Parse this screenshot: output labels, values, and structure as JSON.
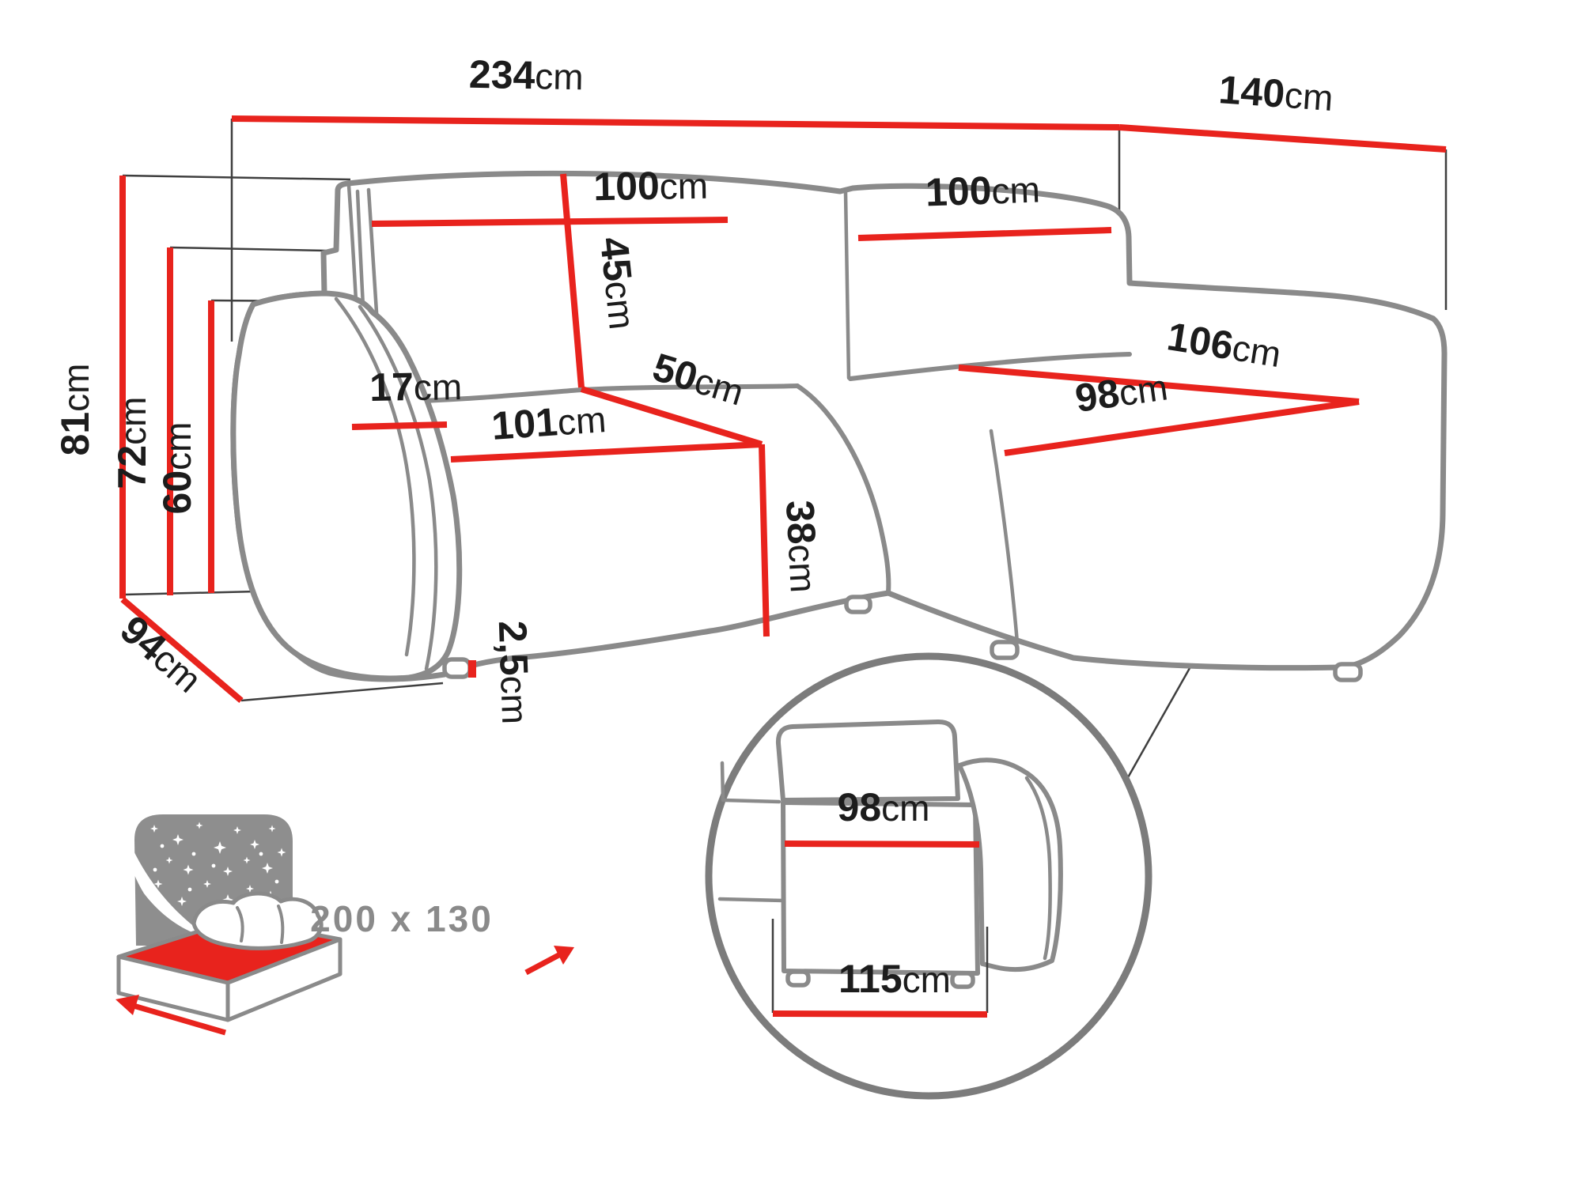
{
  "meta": {
    "type": "furniture-dimension-diagram",
    "subject": "corner sofa bed with chaise and fold-out bed",
    "accent_color": "#e8231d",
    "outline_color": "#8a8a8a",
    "text_color": "#1c1c1c"
  },
  "labels": {
    "overall_width": {
      "value": "234",
      "unit": "cm"
    },
    "overall_depth": {
      "value": "140",
      "unit": "cm"
    },
    "back_height": {
      "value": "81",
      "unit": "cm"
    },
    "armrest_height": {
      "value": "72",
      "unit": "cm"
    },
    "arm_front_height": {
      "value": "60",
      "unit": "cm"
    },
    "side_depth": {
      "value": "94",
      "unit": "cm"
    },
    "backrest_left_width": {
      "value": "100",
      "unit": "cm"
    },
    "backrest_right_width": {
      "value": "100",
      "unit": "cm"
    },
    "backrest_height": {
      "value": "45",
      "unit": "cm"
    },
    "seat_split": {
      "value": "50",
      "unit": "cm"
    },
    "armrest_top_width": {
      "value": "17",
      "unit": "cm"
    },
    "seat_width": {
      "value": "101",
      "unit": "cm"
    },
    "chaise_length": {
      "value": "106",
      "unit": "cm"
    },
    "chaise_seat_width": {
      "value": "98",
      "unit": "cm"
    },
    "seat_front_height": {
      "value": "38",
      "unit": "cm"
    },
    "leg_clearance": {
      "value": "2,5",
      "unit": "cm"
    },
    "inset_seat_width": {
      "value": "98",
      "unit": "cm"
    },
    "inset_total_width": {
      "value": "115",
      "unit": "cm"
    },
    "bed_size": {
      "value": "200 x 130",
      "unit": ""
    }
  },
  "icons": {
    "bed_icon": "fold-out-bed-icon",
    "detail_circle": "armrest-detail-magnifier"
  }
}
